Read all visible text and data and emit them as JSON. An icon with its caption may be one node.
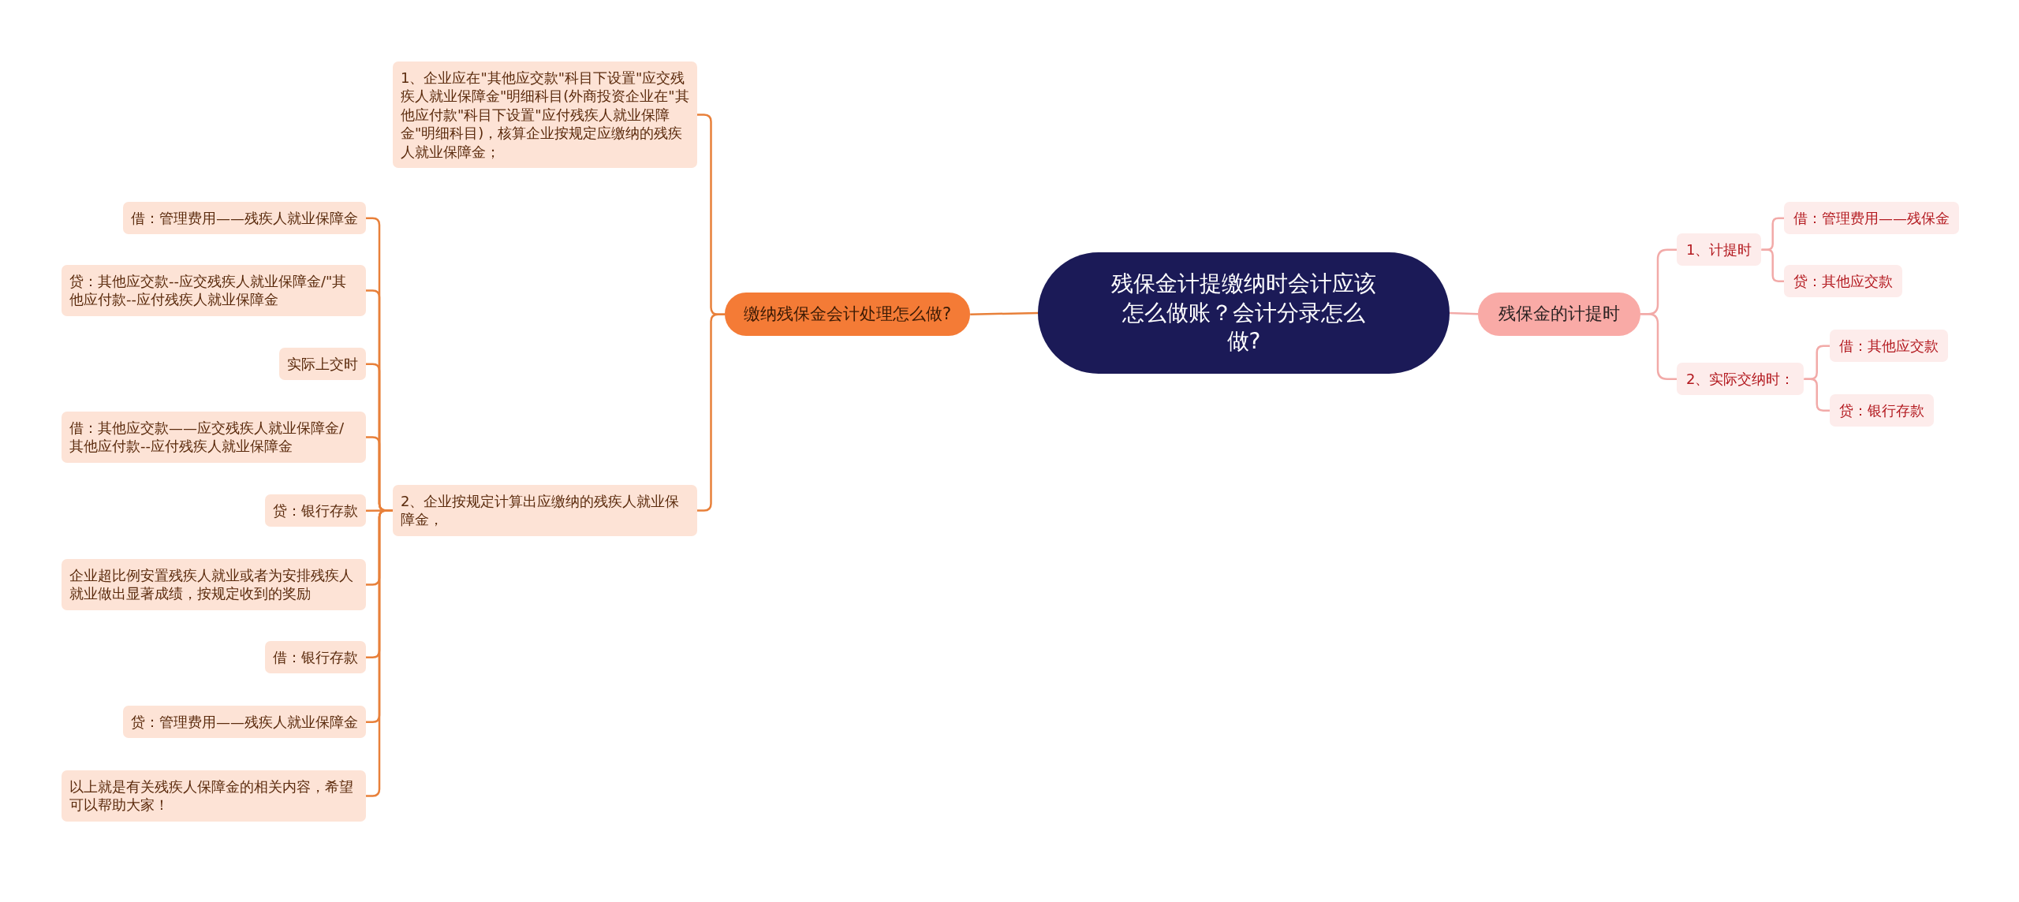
{
  "diagram": {
    "nodes": [
      {
        "text": [
          "残保金计提缴纳时会计应该怎么做账？会计分录怎么做?"
        ]
      },
      {
        "text": [
          "缴纳残保金会计处理怎么做?"
        ]
      },
      {
        "text": [
          "1、企业应在\"其他应交款\"科目下设置\"应交残疾人就业保障金\"明细科目(外商投资企业在\"其他应付款\"科目下设置\"应付残疾人就业保障金\"明细科目)，核算企业按规定应缴纳的残疾人就业保障金；"
        ]
      },
      {
        "text": [
          "2、企业按规定计算出应缴纳的残疾人就业保障金，"
        ]
      },
      {
        "text": [
          "借：管理费用——残疾人就业保障金"
        ]
      },
      {
        "text": [
          "贷：其他应交款--应交残疾人就业保障金/\"其他应付款--应付残疾人就业保障金"
        ]
      },
      {
        "text": [
          "实际上交时"
        ]
      },
      {
        "text": [
          "借：其他应交款——应交残疾人就业保障金/其他应付款--应付残疾人就业保障金"
        ]
      },
      {
        "text": [
          "贷：银行存款"
        ]
      },
      {
        "text": [
          "企业超比例安置残疾人就业或者为安排残疾人就业做出显著成绩，按规定收到的奖励"
        ]
      },
      {
        "text": [
          "借：银行存款"
        ]
      },
      {
        "text": [
          "贷：管理费用——残疾人就业保障金"
        ]
      },
      {
        "text": [
          "以上就是有关残疾人保障金的相关内容，希望可以帮助大家！"
        ]
      },
      {
        "text": [
          "残保金的计提时"
        ]
      },
      {
        "text": [
          "1、计提时"
        ]
      },
      {
        "text": [
          "借：管理费用——残保金"
        ]
      },
      {
        "text": [
          "贷：其他应交款"
        ]
      },
      {
        "text": [
          "2、实际交纳时："
        ]
      },
      {
        "text": [
          "借：其他应交款"
        ]
      },
      {
        "text": [
          "贷：银行存款"
        ]
      }
    ],
    "edges": [
      {
        "from": 0,
        "to": 1,
        "arrow": "none"
      },
      {
        "from": 1,
        "to": 2,
        "arrow": "none"
      },
      {
        "from": 1,
        "to": 3,
        "arrow": "none"
      },
      {
        "from": 3,
        "to": 4,
        "arrow": "none"
      },
      {
        "from": 3,
        "to": 5,
        "arrow": "none"
      },
      {
        "from": 3,
        "to": 6,
        "arrow": "none"
      },
      {
        "from": 3,
        "to": 7,
        "arrow": "none"
      },
      {
        "from": 3,
        "to": 8,
        "arrow": "none"
      },
      {
        "from": 3,
        "to": 9,
        "arrow": "none"
      },
      {
        "from": 3,
        "to": 10,
        "arrow": "none"
      },
      {
        "from": 3,
        "to": 11,
        "arrow": "none"
      },
      {
        "from": 3,
        "to": 12,
        "arrow": "none"
      },
      {
        "from": 0,
        "to": 13,
        "arrow": "none",
        "color": "#f2aaa8"
      },
      {
        "from": 13,
        "to": 14,
        "arrow": "none",
        "color": "#f2aaa8"
      },
      {
        "from": 13,
        "to": 17,
        "arrow": "none",
        "color": "#f2aaa8"
      },
      {
        "from": 14,
        "to": 15,
        "arrow": "none",
        "color": "#f2aaa8"
      },
      {
        "from": 14,
        "to": 16,
        "arrow": "none",
        "color": "#f2aaa8"
      },
      {
        "from": 17,
        "to": 18,
        "arrow": "none",
        "color": "#f2aaa8"
      },
      {
        "from": 17,
        "to": 19,
        "arrow": "none",
        "color": "#f2aaa8"
      }
    ]
  }
}
